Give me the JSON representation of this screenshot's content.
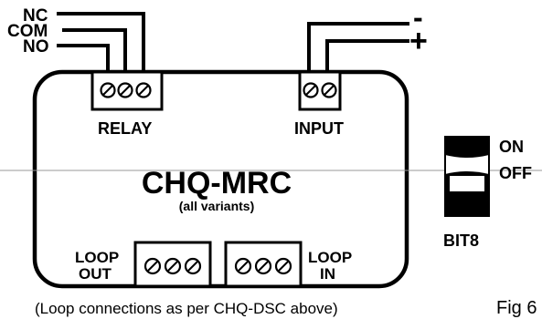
{
  "relay_wires": {
    "nc": "NC",
    "com": "COM",
    "no": "NO"
  },
  "input_wires": {
    "minus": "-",
    "plus": "+"
  },
  "board": {
    "title": "CHQ-MRC",
    "subtitle": "(all variants)"
  },
  "terminals": {
    "relay": "RELAY",
    "input": "INPUT",
    "loop_out_line1": "LOOP",
    "loop_out_line2": "OUT",
    "loop_in_line1": "LOOP",
    "loop_in_line2": "IN"
  },
  "dip_switch": {
    "on": "ON",
    "off": "OFF",
    "name": "BIT8"
  },
  "footnote": "(Loop connections as per CHQ-DSC above)",
  "figure_label": "Fig 6",
  "colors": {
    "ink": "#000000",
    "paper": "#ffffff"
  }
}
